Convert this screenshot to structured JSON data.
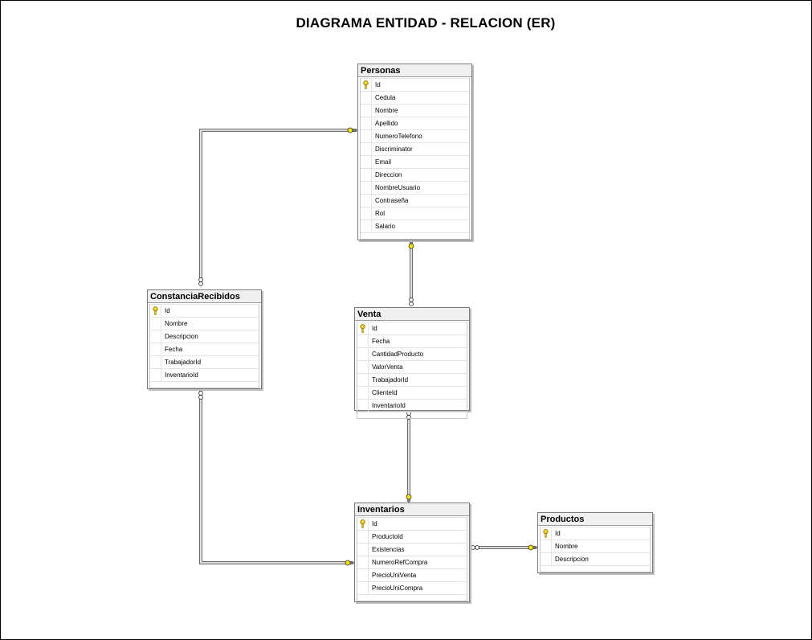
{
  "diagram": {
    "title": "DIAGRAMA ENTIDAD - RELACION (ER)"
  },
  "colors": {
    "key_icon": "#e8c400",
    "connector_endpoint": "#f2e400",
    "line": "#6a6a6a"
  },
  "tables": {
    "personas": {
      "name": "Personas",
      "columns": [
        "Id",
        "Cedula",
        "Nombre",
        "Apellido",
        "NumeroTelefono",
        "Discriminator",
        "Email",
        "Direccion",
        "NombreUsuario",
        "Contraseña",
        "Rol",
        "Salario"
      ],
      "primary_key": "Id"
    },
    "constancia": {
      "name": "ConstanciaRecibidos",
      "columns": [
        "Id",
        "Nombre",
        "Descripcion",
        "Fecha",
        "TrabajadorId",
        "InventarioId"
      ],
      "primary_key": "Id"
    },
    "venta": {
      "name": "Venta",
      "columns": [
        "Id",
        "Fecha",
        "CantidadProducto",
        "ValorVenta",
        "TrabajadorId",
        "ClienteId",
        "InventarioId"
      ],
      "primary_key": "Id"
    },
    "inventarios": {
      "name": "Inventarios",
      "columns": [
        "Id",
        "ProductoId",
        "Existencias",
        "NumeroRefCompra",
        "PrecioUniVenta",
        "PrecioUniCompra"
      ],
      "primary_key": "Id"
    },
    "productos": {
      "name": "Productos",
      "columns": [
        "Id",
        "Nombre",
        "Descripcion"
      ],
      "primary_key": "Id"
    }
  },
  "relationships": [
    {
      "name": "constancia-personas",
      "from": "ConstanciaRecibidos",
      "to": "Personas"
    },
    {
      "name": "venta-personas",
      "from": "Venta",
      "to": "Personas"
    },
    {
      "name": "venta-inventarios",
      "from": "Venta",
      "to": "Inventarios"
    },
    {
      "name": "constancia-inventarios",
      "from": "ConstanciaRecibidos",
      "to": "Inventarios"
    },
    {
      "name": "inventarios-productos",
      "from": "Inventarios",
      "to": "Productos"
    }
  ]
}
